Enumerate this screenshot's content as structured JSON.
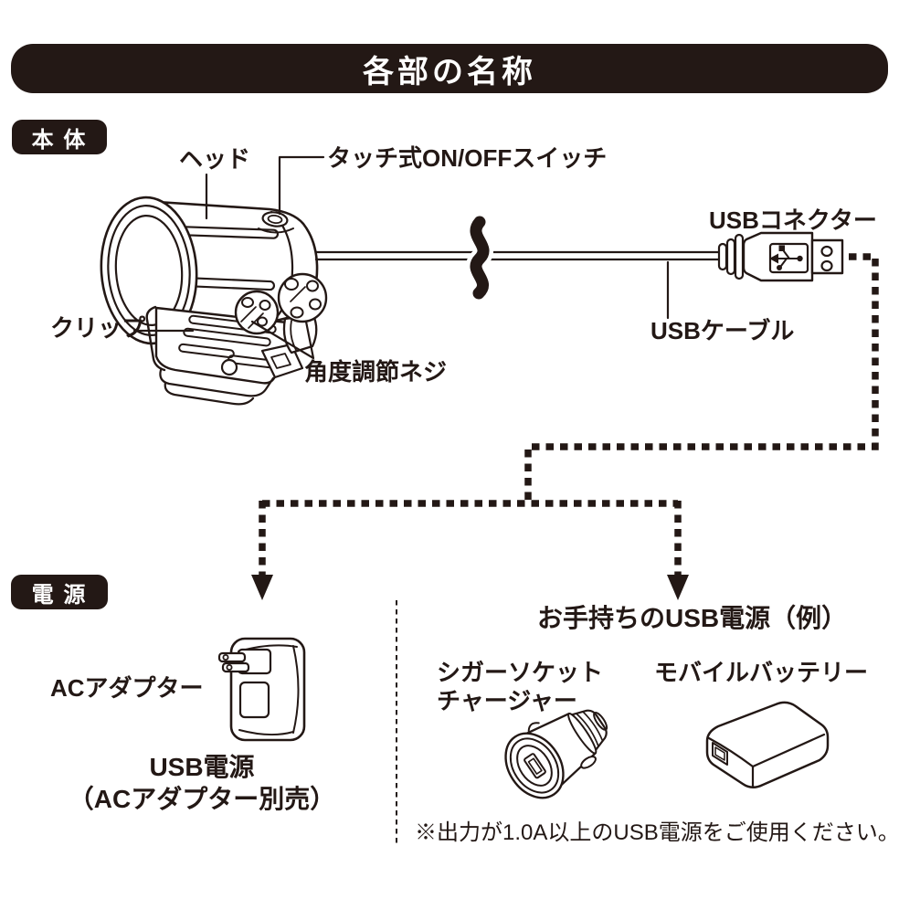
{
  "page": {
    "title": "各部の名称",
    "ink": "#231815",
    "paper": "#ffffff"
  },
  "main_unit": {
    "badge": "本 体",
    "head_label": "ヘッド",
    "touch_switch_label": "タッチ式ON/OFFスイッチ",
    "usb_connector_label": "USBコネクター",
    "usb_cable_label": "USBケーブル",
    "clip_label": "クリップ",
    "angle_screw_label": "角度調節ネジ"
  },
  "power": {
    "badge": "電 源",
    "ac_adapter_label": "ACアダプター",
    "usb_power_title": "USB電源",
    "usb_power_note": "（ACアダプター別売）",
    "examples_title": "お手持ちのUSB電源（例）",
    "cigar_charger_label_line1": "シガーソケット",
    "cigar_charger_label_line2": "チャージャー",
    "mobile_battery_label": "モバイルバッテリー",
    "footnote": "※出力が1.0A以上のUSB電源をご使用ください。"
  },
  "icons": {
    "usb_logo": "usb-trident",
    "flow_arrow": "dashed-arrow-down",
    "cable_break": "cable-break-curve"
  }
}
